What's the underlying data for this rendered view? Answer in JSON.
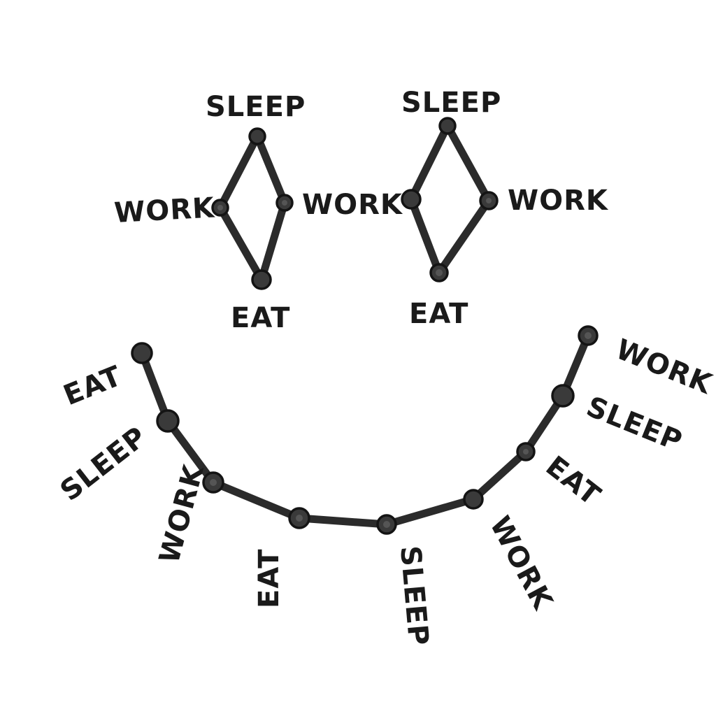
{
  "labels": {
    "sleep": "SLEEP",
    "work": "WORK",
    "eat": "EAT"
  },
  "colors": {
    "ink": "#1a1a1a",
    "line": "#2b2b2b",
    "background": "#ffffff"
  },
  "left_eye": {
    "nodes": [
      "sleep",
      "work",
      "work",
      "eat"
    ],
    "edges": [
      [
        0,
        1
      ],
      [
        0,
        2
      ],
      [
        1,
        3
      ],
      [
        2,
        3
      ]
    ]
  },
  "right_eye": {
    "nodes": [
      "sleep",
      "work",
      "work",
      "eat"
    ],
    "edges": [
      [
        0,
        1
      ],
      [
        0,
        2
      ],
      [
        1,
        3
      ],
      [
        2,
        3
      ]
    ],
    "labeled_nodes": [
      "sleep",
      "work",
      "eat"
    ]
  },
  "mouth": {
    "nodes": [
      "eat",
      "sleep",
      "work",
      "eat",
      "sleep",
      "work",
      "eat",
      "sleep",
      "work"
    ],
    "edges": "sequential"
  }
}
